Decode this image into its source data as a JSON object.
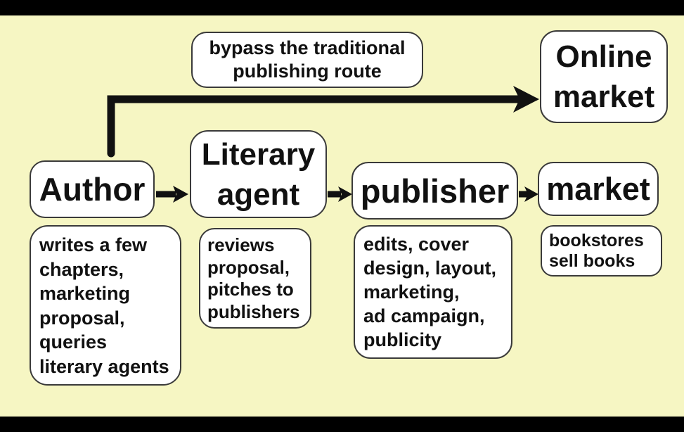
{
  "diagram": {
    "bypass_label": {
      "lines": [
        "bypass the traditional",
        "publishing route"
      ]
    },
    "nodes": {
      "author": {
        "lines": [
          "Author"
        ]
      },
      "literary_agent": {
        "lines": [
          "Literary",
          "agent"
        ]
      },
      "publisher": {
        "lines": [
          "publisher"
        ]
      },
      "market": {
        "lines": [
          "market"
        ]
      },
      "online_market": {
        "lines": [
          "Online",
          "market"
        ]
      }
    },
    "notes": {
      "author": {
        "lines": [
          "writes a few",
          "chapters,",
          "marketing",
          "proposal,",
          "queries",
          "literary agents"
        ]
      },
      "literary_agent": {
        "lines": [
          "reviews",
          "proposal,",
          "pitches to",
          "publishers"
        ]
      },
      "publisher": {
        "lines": [
          "edits, cover",
          "design, layout,",
          "marketing,",
          "ad campaign,",
          "publicity"
        ]
      },
      "market": {
        "lines": [
          "bookstores",
          "sell books"
        ]
      }
    },
    "colors": {
      "background": "#f6f6c3",
      "letterbox": "#000000",
      "box_fill": "#ffffff",
      "box_border": "#3a3a3a",
      "arrow": "#111111",
      "text": "#111111"
    }
  }
}
